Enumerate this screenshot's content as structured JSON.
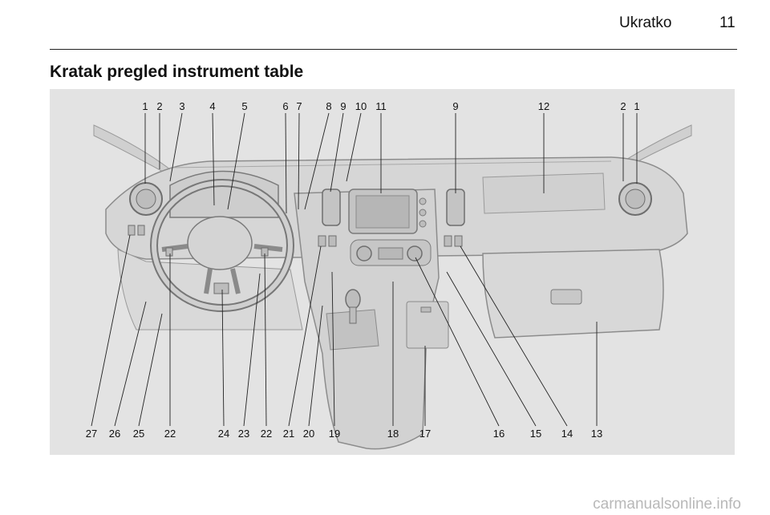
{
  "header": {
    "section": "Ukratko",
    "page": "11"
  },
  "title": "Kratak pregled instrument table",
  "figure": {
    "callouts_top": [
      "1",
      "2",
      "3",
      "4",
      "5",
      "6",
      "7",
      "8",
      "9",
      "10",
      "11",
      "9",
      "12",
      "2",
      "1"
    ],
    "callouts_bottom": [
      "27",
      "26",
      "25",
      "22",
      "24",
      "23",
      "22",
      "21",
      "20",
      "19",
      "18",
      "17",
      "16",
      "15",
      "14",
      "13"
    ]
  },
  "footer": {
    "watermark": "carmanualsonline.info"
  }
}
